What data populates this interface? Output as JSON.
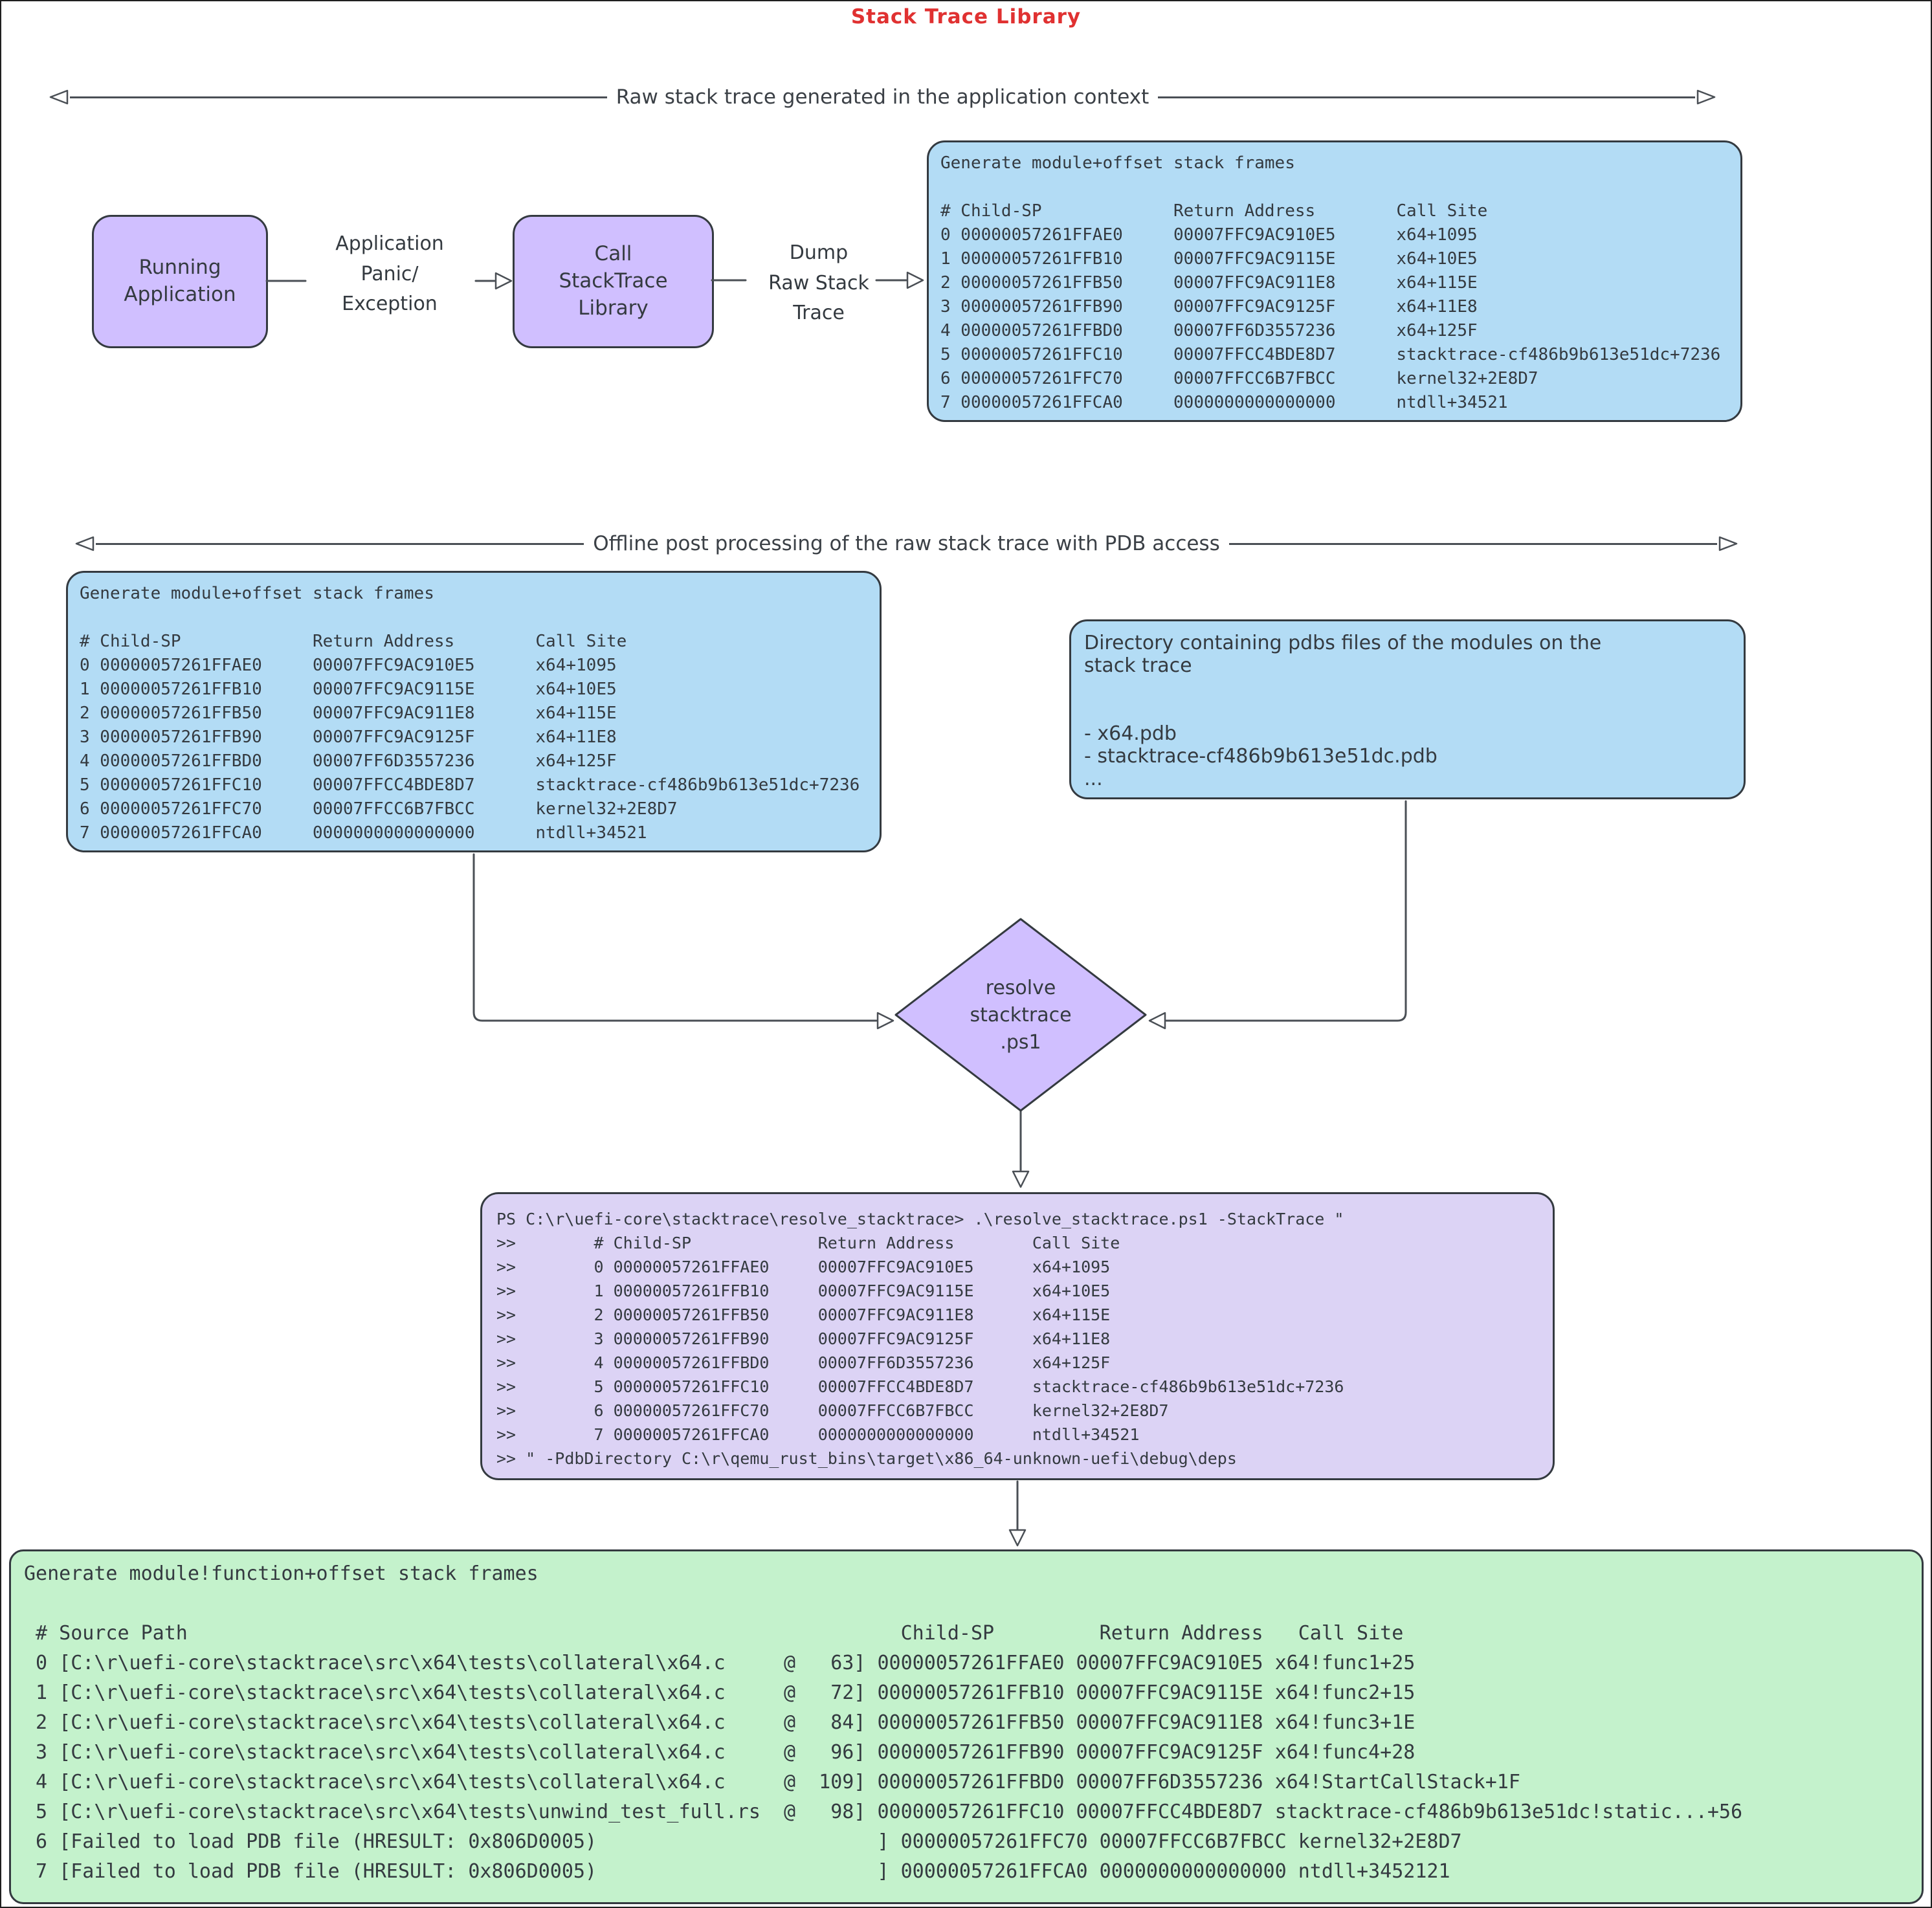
{
  "title": "Stack Trace Library",
  "colors": {
    "title_red": "#e03131",
    "box_blue": "#b3dcf5",
    "node_violet": "#d0bfff",
    "ps_lavender": "#dcd3f5",
    "result_green": "#c4f2cc",
    "stroke": "#343a40"
  },
  "sections": {
    "raw": {
      "header": "Raw stack trace generated in the application context"
    },
    "offline": {
      "header": "Offline post processing of the raw stack trace with PDB access"
    }
  },
  "flow": {
    "running_app": "Running\nApplication",
    "arrow1_label": "Application\nPanic/\nException",
    "call_lib": "Call\nStackTrace\nLibrary",
    "arrow2_label": "Dump\nRaw Stack\nTrace"
  },
  "raw_trace": {
    "title": "Generate module+offset stack frames",
    "lines": [
      "# Child-SP             Return Address        Call Site",
      "0 00000057261FFAE0     00007FFC9AC910E5      x64+1095",
      "1 00000057261FFB10     00007FFC9AC9115E      x64+10E5",
      "2 00000057261FFB50     00007FFC9AC911E8      x64+115E",
      "3 00000057261FFB90     00007FFC9AC9125F      x64+11E8",
      "4 00000057261FFBD0     00007FF6D3557236      x64+125F",
      "5 00000057261FFC10     00007FFCC4BDE8D7      stacktrace-cf486b9b613e51dc+7236",
      "6 00000057261FFC70     00007FFCC6B7FBCC      kernel32+2E8D7",
      "7 00000057261FFCA0     0000000000000000      ntdll+34521"
    ]
  },
  "pdb_box": {
    "lines": [
      "Directory containing pdbs files of the modules on the",
      "stack trace",
      "",
      "",
      "- x64.pdb",
      "- stacktrace-cf486b9b613e51dc.pdb",
      "..."
    ]
  },
  "diamond": {
    "label": "resolve\nstacktrace\n.ps1"
  },
  "ps_box": {
    "lines": [
      "PS C:\\r\\uefi-core\\stacktrace\\resolve_stacktrace> .\\resolve_stacktrace.ps1 -StackTrace \"",
      ">>        # Child-SP             Return Address        Call Site",
      ">>        0 00000057261FFAE0     00007FFC9AC910E5      x64+1095",
      ">>        1 00000057261FFB10     00007FFC9AC9115E      x64+10E5",
      ">>        2 00000057261FFB50     00007FFC9AC911E8      x64+115E",
      ">>        3 00000057261FFB90     00007FFC9AC9125F      x64+11E8",
      ">>        4 00000057261FFBD0     00007FF6D3557236      x64+125F",
      ">>        5 00000057261FFC10     00007FFCC4BDE8D7      stacktrace-cf486b9b613e51dc+7236",
      ">>        6 00000057261FFC70     00007FFCC6B7FBCC      kernel32+2E8D7",
      ">>        7 00000057261FFCA0     0000000000000000      ntdll+34521",
      ">> \" -PdbDirectory C:\\r\\qemu_rust_bins\\target\\x86_64-unknown-uefi\\debug\\deps"
    ]
  },
  "resolved": {
    "title": "Generate module!function+offset stack frames",
    "lines": [
      " # Source Path                                                             Child-SP         Return Address   Call Site",
      " 0 [C:\\r\\uefi-core\\stacktrace\\src\\x64\\tests\\collateral\\x64.c     @   63] 00000057261FFAE0 00007FFC9AC910E5 x64!func1+25",
      " 1 [C:\\r\\uefi-core\\stacktrace\\src\\x64\\tests\\collateral\\x64.c     @   72] 00000057261FFB10 00007FFC9AC9115E x64!func2+15",
      " 2 [C:\\r\\uefi-core\\stacktrace\\src\\x64\\tests\\collateral\\x64.c     @   84] 00000057261FFB50 00007FFC9AC911E8 x64!func3+1E",
      " 3 [C:\\r\\uefi-core\\stacktrace\\src\\x64\\tests\\collateral\\x64.c     @   96] 00000057261FFB90 00007FFC9AC9125F x64!func4+28",
      " 4 [C:\\r\\uefi-core\\stacktrace\\src\\x64\\tests\\collateral\\x64.c     @  109] 00000057261FFBD0 00007FF6D3557236 x64!StartCallStack+1F",
      " 5 [C:\\r\\uefi-core\\stacktrace\\src\\x64\\tests\\unwind_test_full.rs  @   98] 00000057261FFC10 00007FFCC4BDE8D7 stacktrace-cf486b9b613e51dc!static...+56",
      " 6 [Failed to load PDB file (HRESULT: 0x806D0005)                        ] 00000057261FFC70 00007FFCC6B7FBCC kernel32+2E8D7",
      " 7 [Failed to load PDB file (HRESULT: 0x806D0005)                        ] 00000057261FFCA0 0000000000000000 ntdll+3452121"
    ]
  }
}
